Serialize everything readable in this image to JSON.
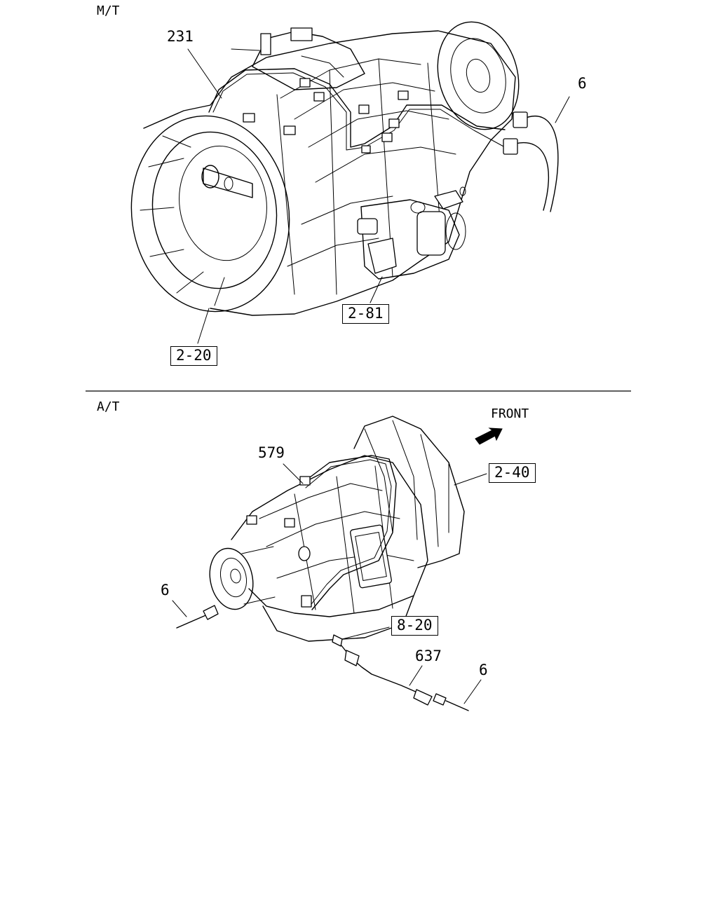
{
  "sections": {
    "mt": {
      "title": "M/T",
      "callouts": {
        "harness": "231",
        "cable": "6",
        "housing": "2-20",
        "pto": "2-81"
      }
    },
    "at": {
      "title": "A/T",
      "direction": "FRONT",
      "callouts": {
        "harness": "579",
        "housing": "2-40",
        "cable_left": "6",
        "sensor": "8-20",
        "connector_harness": "637",
        "cable_right": "6"
      }
    }
  }
}
